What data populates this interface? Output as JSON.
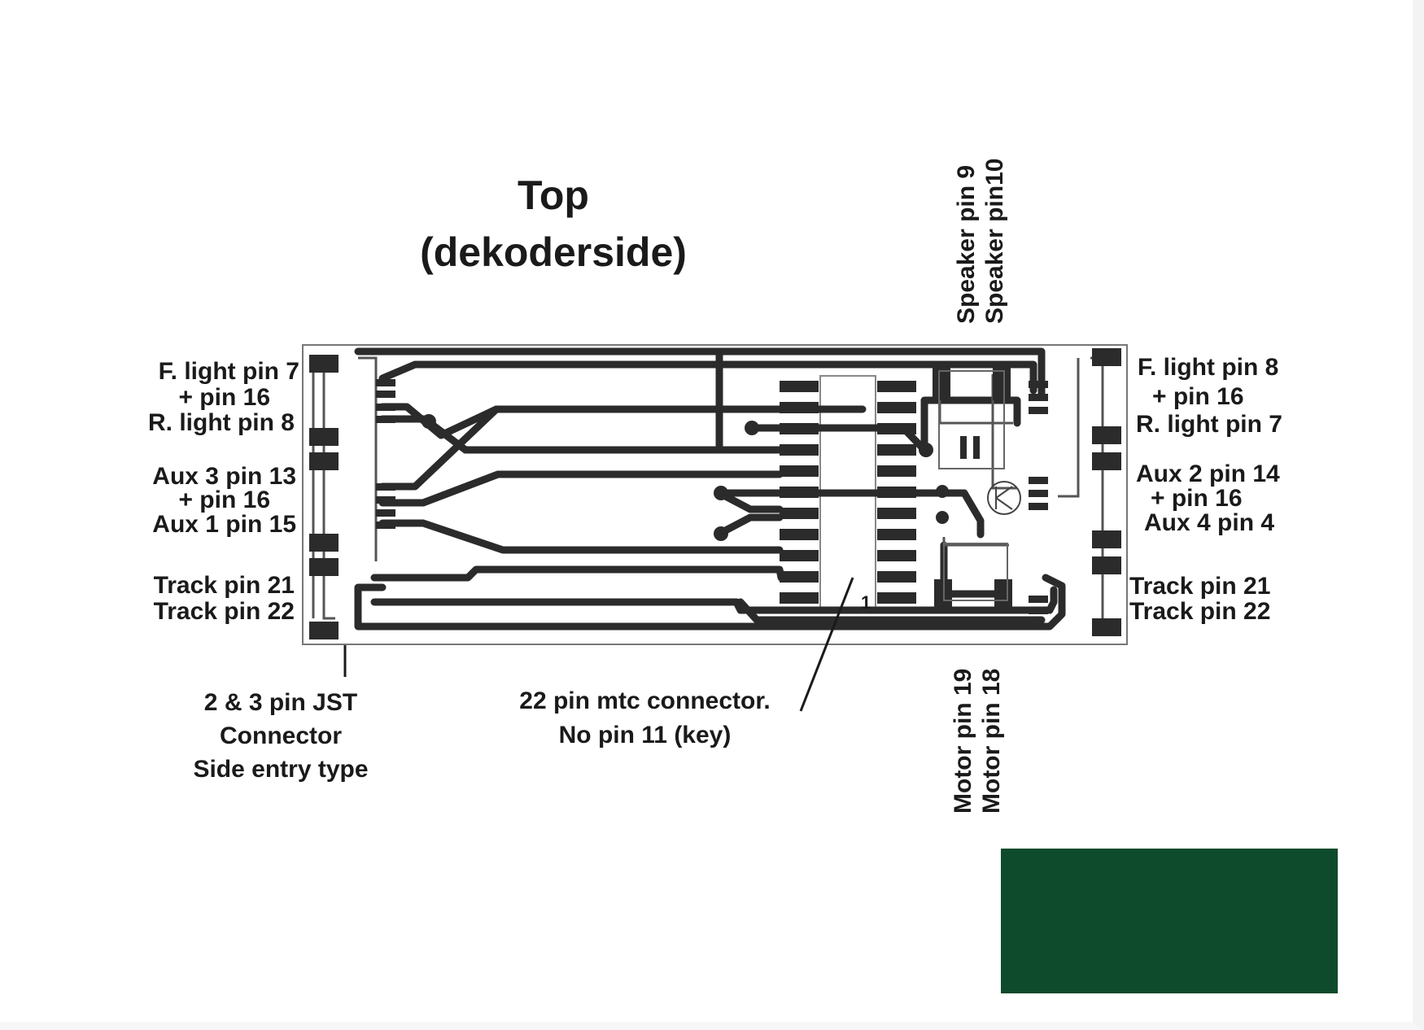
{
  "title": {
    "line1": "Top",
    "line2": "(dekoderside)"
  },
  "left_labels": {
    "f_light": "F. light pin 7",
    "f_light_plus": "+ pin 16",
    "r_light": "R. light pin 8",
    "aux3": "Aux 3 pin 13",
    "aux3_plus": "+ pin 16",
    "aux1": "Aux 1 pin 15",
    "track21": "Track pin 21",
    "track22": "Track pin 22"
  },
  "right_labels": {
    "f_light": "F. light pin 8",
    "f_light_plus": "+ pin 16",
    "r_light": "R. light pin 7",
    "aux2": "Aux 2 pin 14",
    "aux2_plus": "+ pin 16",
    "aux4": "Aux 4 pin 4",
    "track21": "Track pin 21",
    "track22": "Track pin 22"
  },
  "speaker": {
    "line1": "Speaker pin 9",
    "line2": "Speaker pin10"
  },
  "motor": {
    "line1": "Motor pin 19",
    "line2": "Motor pin 18"
  },
  "jst_note": {
    "line1": "2 & 3 pin JST",
    "line2": "Connector",
    "line3": "Side entry type"
  },
  "mtc_note": {
    "line1": "22 pin mtc connector.",
    "line2": "No pin 11 (key)"
  },
  "ic_pin1_marker": "1",
  "colors": {
    "trace": "#2b2b2b",
    "outline": "#888888",
    "tape": "#0e4a2c"
  }
}
